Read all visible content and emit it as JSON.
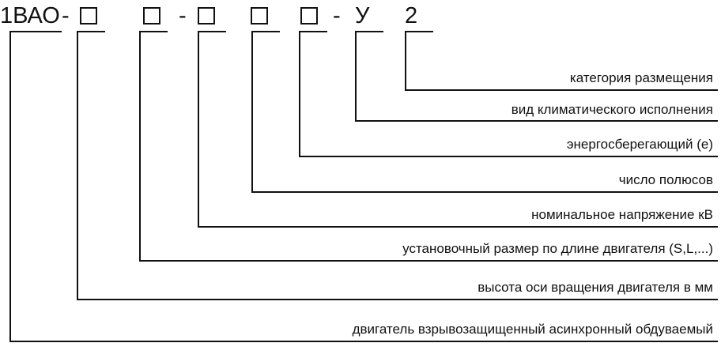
{
  "code": {
    "prefix": "1ВАО",
    "dash": "-",
    "climate_letter": "У",
    "category_digit": "2"
  },
  "descriptions": [
    "категория размещения",
    "вид климатического исполнения",
    "энергосберегающий (е)",
    "число полюсов",
    "номинальное напряжение кВ",
    "установочный размер по длине двигателя (S,L,...)",
    "высота оси вращения двигателя в мм",
    "двигатель взрывозащищенный асинхронный обдуваемый"
  ],
  "colors": {
    "line": "#111111",
    "text": "#111111",
    "background": "#ffffff"
  }
}
